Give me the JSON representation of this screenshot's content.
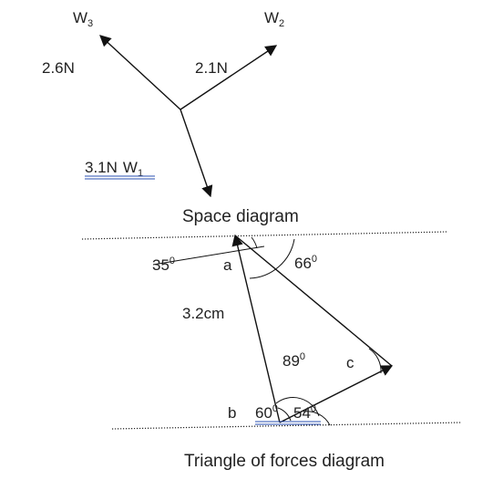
{
  "space_diagram": {
    "caption": "Space diagram",
    "forces": [
      {
        "symbol": "W",
        "index": "3",
        "magnitude": "2.6N"
      },
      {
        "symbol": "W",
        "index": "2",
        "magnitude": "2.1N"
      },
      {
        "symbol": "W",
        "index": "1",
        "magnitude": "3.1N"
      }
    ]
  },
  "triangle_diagram": {
    "caption": "Triangle of forces diagram",
    "vertex_labels": {
      "a": "a",
      "b": "b",
      "c": "c"
    },
    "side_length": "3.2cm",
    "angles": [
      {
        "value": "35",
        "unit": "0"
      },
      {
        "value": "66",
        "unit": "0"
      },
      {
        "value": "89",
        "unit": "0"
      },
      {
        "value": "60",
        "unit": "0"
      },
      {
        "value": "54",
        "unit": "0"
      }
    ]
  },
  "colors": {
    "ink": "#111111",
    "text": "#222222",
    "underline": "#2a4fb0"
  }
}
